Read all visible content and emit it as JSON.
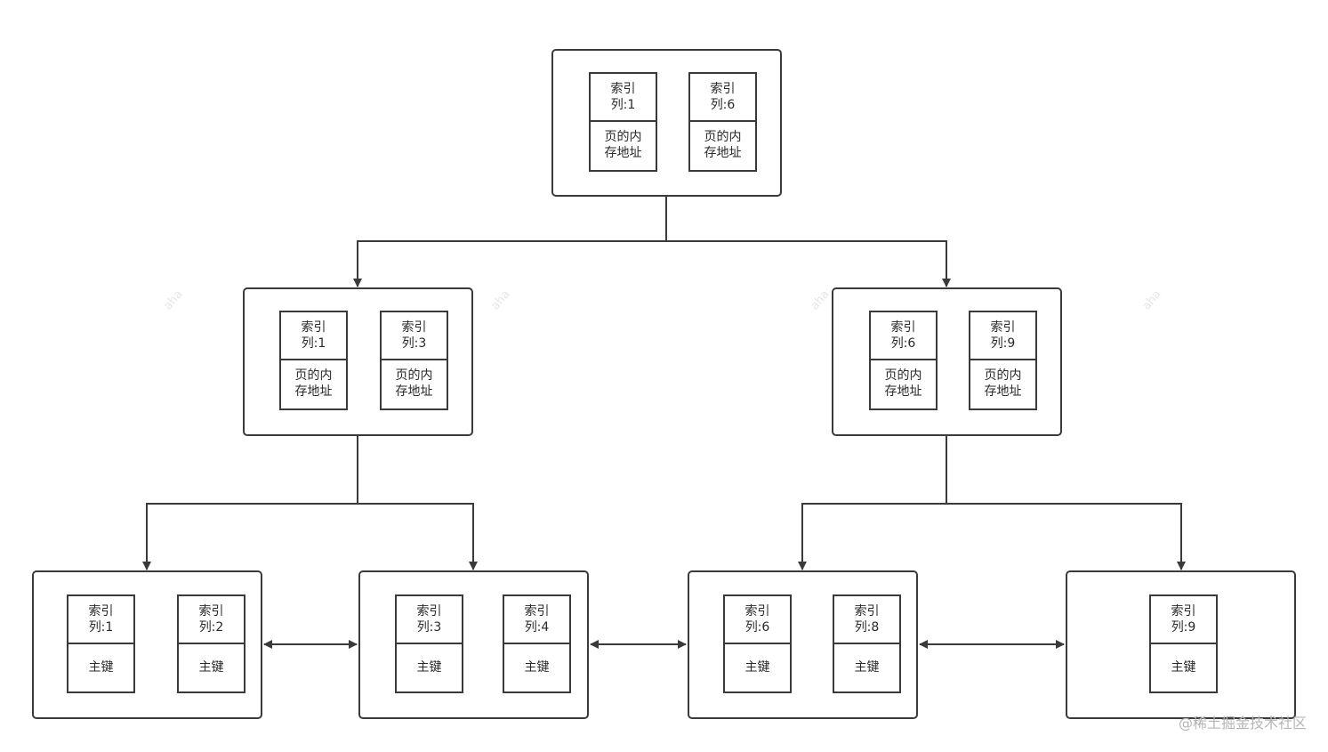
{
  "colors": {
    "stroke": "#3a3a3a",
    "text": "#2a2a2a"
  },
  "watermark": "aha",
  "credit": "@稀土掘金技术社区",
  "root": {
    "cells": [
      {
        "key": "索引\n列:1",
        "value": "页的内\n存地址"
      },
      {
        "key": "索引\n列:6",
        "value": "页的内\n存地址"
      }
    ]
  },
  "internal": [
    {
      "cells": [
        {
          "key": "索引\n列:1",
          "value": "页的内\n存地址"
        },
        {
          "key": "索引\n列:3",
          "value": "页的内\n存地址"
        }
      ]
    },
    {
      "cells": [
        {
          "key": "索引\n列:6",
          "value": "页的内\n存地址"
        },
        {
          "key": "索引\n列:9",
          "value": "页的内\n存地址"
        }
      ]
    }
  ],
  "leaves": [
    {
      "cells": [
        {
          "key": "索引\n列:1",
          "value": "主键"
        },
        {
          "key": "索引\n列:2",
          "value": "主键"
        }
      ]
    },
    {
      "cells": [
        {
          "key": "索引\n列:3",
          "value": "主键"
        },
        {
          "key": "索引\n列:4",
          "value": "主键"
        }
      ]
    },
    {
      "cells": [
        {
          "key": "索引\n列:6",
          "value": "主键"
        },
        {
          "key": "索引\n列:8",
          "value": "主键"
        }
      ]
    },
    {
      "cells": [
        {
          "key": "索引\n列:9",
          "value": "主键"
        }
      ]
    }
  ]
}
